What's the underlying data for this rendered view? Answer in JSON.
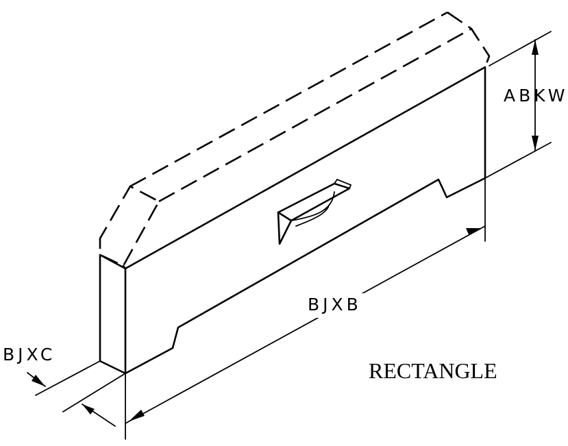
{
  "dimensions": {
    "height_label": "ABKW",
    "length_label": "BJXB",
    "thickness_label": "BJXC"
  },
  "shape_name": "RECTANGLE",
  "colors": {
    "ink": "#000000",
    "background": "#ffffff"
  }
}
